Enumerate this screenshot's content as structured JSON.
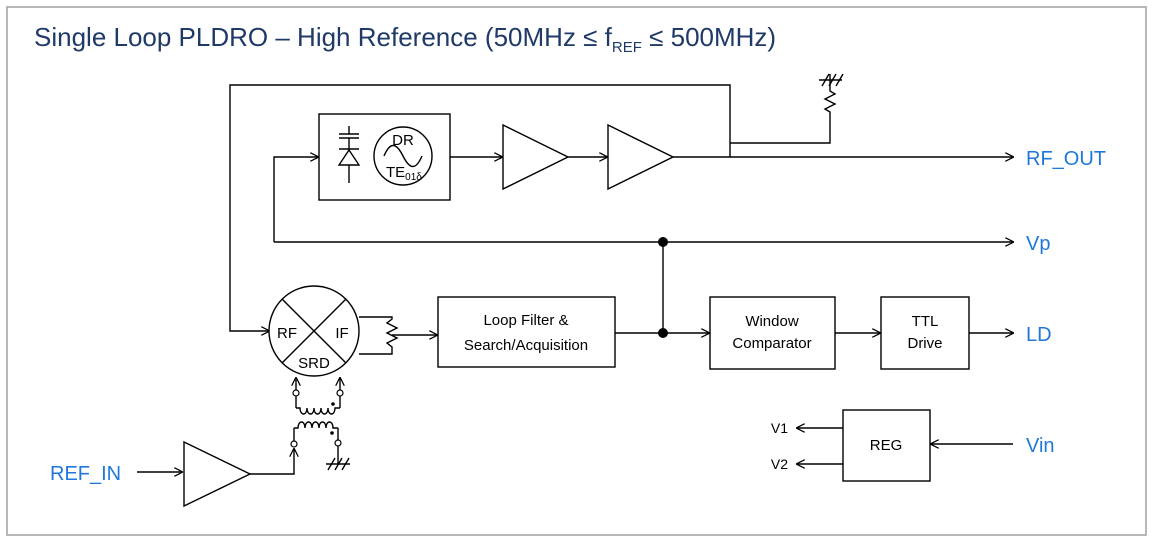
{
  "title": {
    "main": "Single Loop PLDRO – High Reference (50MHz ≤ f",
    "sub": "REF",
    "tail": " ≤ 500MHz)"
  },
  "blocks": {
    "dro_dr": "DR",
    "dro_te": "TE",
    "dro_te_sub": "01δ",
    "mixer_rf": "RF",
    "mixer_if": "IF",
    "mixer_srd": "SRD",
    "loop_filter_line1": "Loop Filter &",
    "loop_filter_line2": "Search/Acquisition",
    "window_line1": "Window",
    "window_line2": "Comparator",
    "ttl_line1": "TTL",
    "ttl_line2": "Drive",
    "reg": "REG"
  },
  "ports": {
    "rf_out": "RF_OUT",
    "vp": "Vp",
    "ld": "LD",
    "vin": "Vin",
    "ref_in": "REF_IN",
    "v1": "V1",
    "v2": "V2"
  },
  "colors": {
    "title": "#1f3a68",
    "port_label": "#1f78d8",
    "line": "#000000",
    "border": "#a0a0a0"
  }
}
